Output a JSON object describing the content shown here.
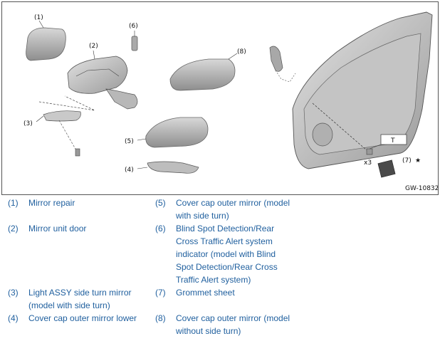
{
  "figure": {
    "id": "GW-10832",
    "callouts": {
      "c1": "(1)",
      "c2": "(2)",
      "c3": "(3)",
      "c4": "(4)",
      "c5": "(5)",
      "c6": "(6)",
      "c7": "(7)",
      "c8": "(8)"
    },
    "star": "★",
    "tool_label": "T",
    "qty_label": "x3"
  },
  "legend": [
    {
      "num": "(1)",
      "text": "Mirror repair"
    },
    {
      "num": "(2)",
      "text": "Mirror unit door"
    },
    {
      "num": "(3)",
      "text": "Light ASSY side turn mirror (model with side turn)"
    },
    {
      "num": "(4)",
      "text": "Cover cap outer mirror lower"
    },
    {
      "num": "(5)",
      "text": "Cover cap outer mirror (model with side turn)"
    },
    {
      "num": "(6)",
      "text": "Blind Spot Detection/Rear Cross Traffic Alert system indicator (model with Blind Spot Detection/Rear Cross Traffic Alert system)"
    },
    {
      "num": "(7)",
      "text": "Grommet sheet"
    },
    {
      "num": "(8)",
      "text": "Cover cap outer mirror (model without side turn)"
    }
  ]
}
